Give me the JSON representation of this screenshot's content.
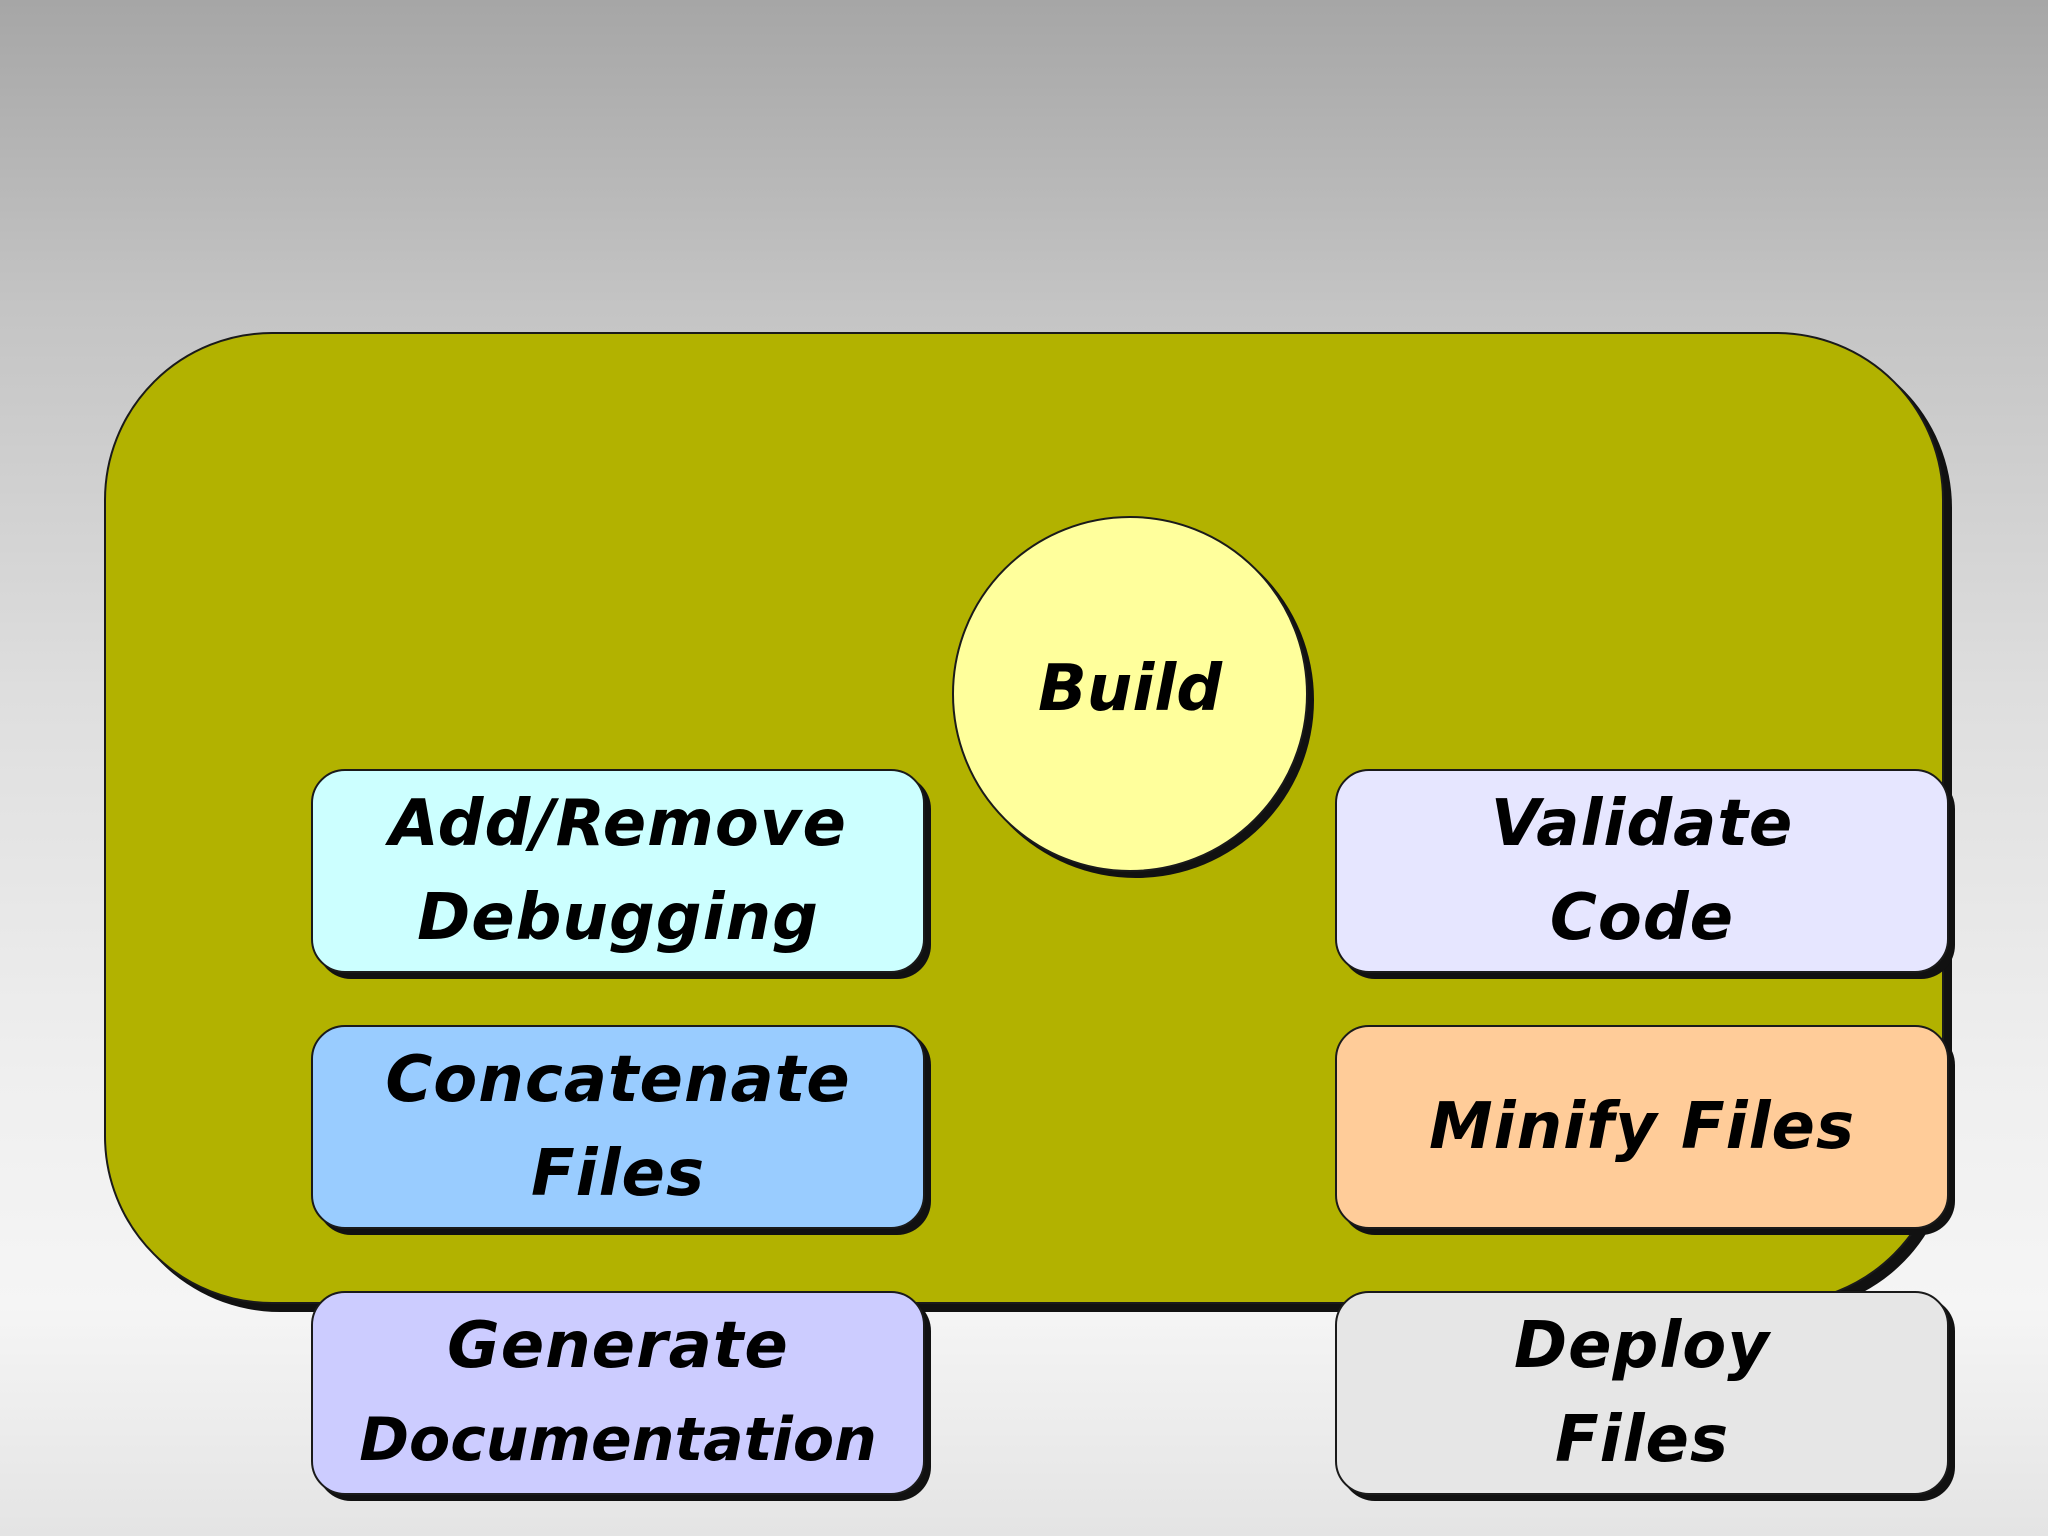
{
  "diagram": {
    "hub": {
      "label": "Build",
      "color": "#ffff9c"
    },
    "container_color": "#b2b200",
    "steps": [
      {
        "id": "add-remove",
        "lines": [
          "Add/Remove",
          "Debugging"
        ],
        "color": "#ccffff"
      },
      {
        "id": "concatenate",
        "lines": [
          "Concatenate",
          "Files"
        ],
        "color": "#99ccff"
      },
      {
        "id": "generate",
        "lines": [
          "Generate",
          "Documentation"
        ],
        "color": "#ccccff"
      },
      {
        "id": "validate",
        "lines": [
          "Validate",
          "Code"
        ],
        "color": "#e6e6ff"
      },
      {
        "id": "minify",
        "lines": [
          "Minify Files"
        ],
        "color": "#ffcc99"
      },
      {
        "id": "deploy",
        "lines": [
          "Deploy",
          "Files"
        ],
        "color": "#e6e6e6"
      }
    ]
  }
}
